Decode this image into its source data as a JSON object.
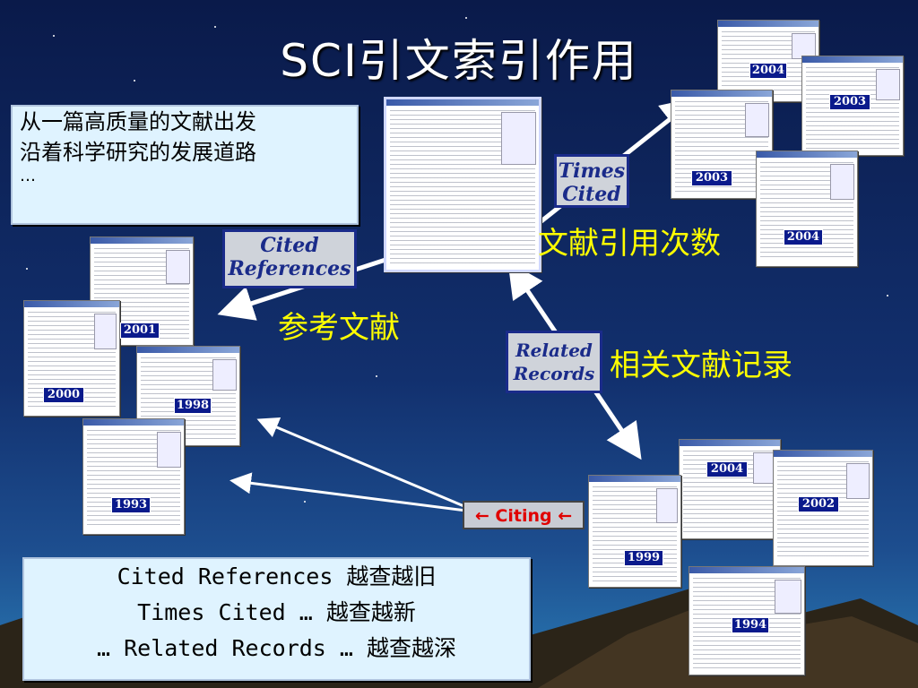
{
  "title": "SCI引文索引作用",
  "intro": {
    "line1": "从一篇高质量的文献出发",
    "line2": "沿着科学研究的发展道路",
    "line3": "…"
  },
  "labels": {
    "cited_references_line1": "Cited",
    "cited_references_line2": "References",
    "times_cited_line1": "Times",
    "times_cited_line2": "Cited",
    "related_records_line1": "Related",
    "related_records_line2": "Records",
    "cankao": "参考文献",
    "yinyong": "文献引用次数",
    "xiangguan": "相关文献记录",
    "citing": "← Citing ←"
  },
  "years": {
    "y2004_top": "2004",
    "y2003_top": "2003",
    "y2003_mid": "2003",
    "y2004_mid": "2004",
    "y2001": "2001",
    "y2000": "2000",
    "y1998": "1998",
    "y1993": "1993",
    "y2004_bottom": "2004",
    "y2002": "2002",
    "y1999": "1999",
    "y1994": "1994"
  },
  "summary": {
    "row1": "Cited References 越查越旧",
    "row2": "Times Cited …  越查越新",
    "row3": "… Related Records …  越查越深"
  },
  "colors": {
    "label_yellow": "#ffff00",
    "label_blue": "#1a2b8a",
    "citing_red": "#e00000",
    "callout_bg": "#dff3ff"
  }
}
